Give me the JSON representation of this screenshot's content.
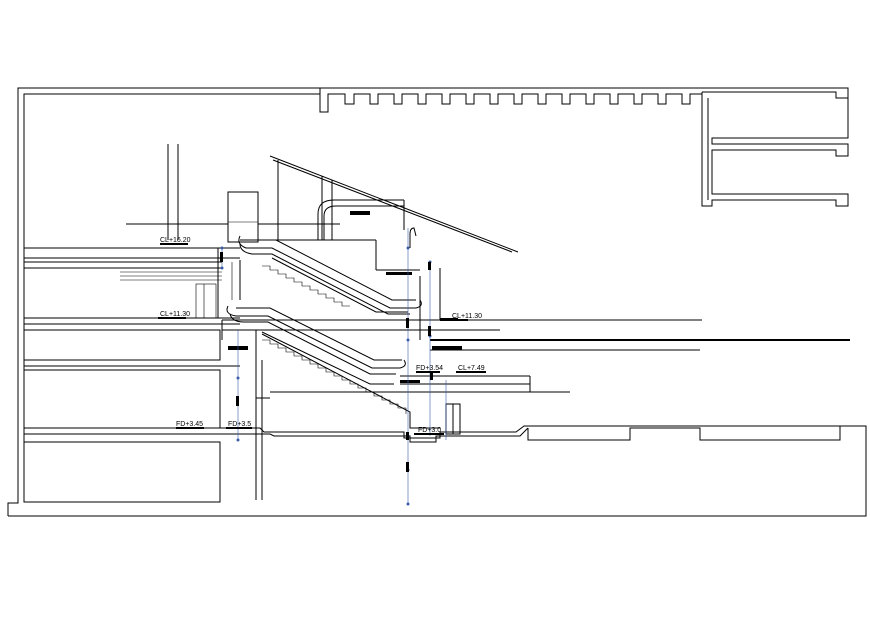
{
  "drawing": {
    "type": "architectural-section",
    "subject": "escalator-section",
    "line_color": "#000000",
    "dimension_color": "#3b5ea8",
    "background": "#ffffff"
  },
  "level_labels": {
    "top_left": "CL+16.20",
    "mid_left": "CL+11.30",
    "mid_right": "CL+11.30",
    "lower_center": "FD+3.54",
    "lower_right": "CL+7.49",
    "ground_left": "FD+3.45",
    "ground_mid": "FD+3.5",
    "bottom_center": "FD+3.0"
  }
}
